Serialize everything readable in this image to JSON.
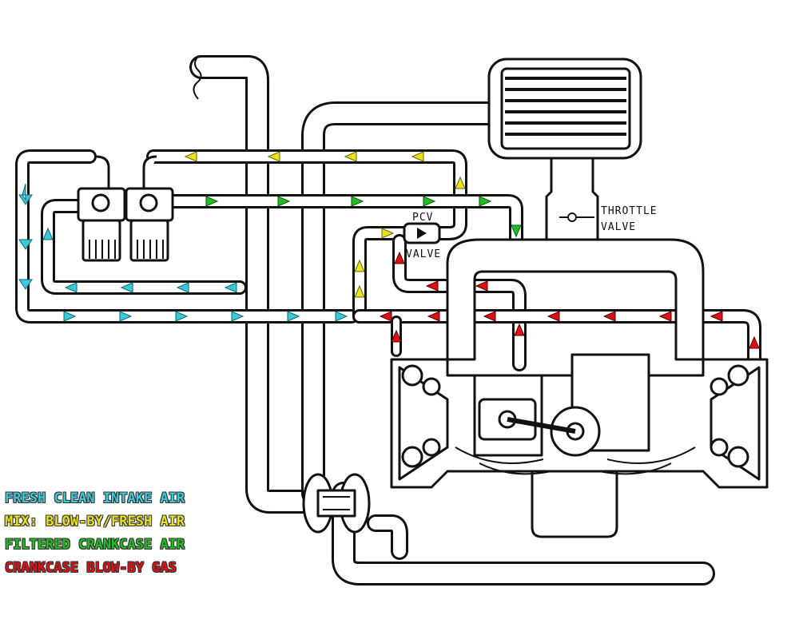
{
  "labels": {
    "pcv_line1": "PCV",
    "pcv_line2": "VALVE",
    "throttle_line1": "THROTTLE",
    "throttle_line2": "VALVE"
  },
  "legend": [
    {
      "text": "FRESH CLEAN INTAKE AIR",
      "color": "#3cc8d8"
    },
    {
      "text": "MIX: BLOW-BY/FRESH AIR",
      "color": "#e8e020"
    },
    {
      "text": "FILTERED CRANKCASE AIR",
      "color": "#22bb22"
    },
    {
      "text": "CRANKCASE BLOW-BY GAS",
      "color": "#dd1111"
    }
  ],
  "colors": {
    "fresh": "#3cc8d8",
    "mix": "#e8e020",
    "filtered": "#22bb22",
    "blowby": "#dd1111"
  }
}
